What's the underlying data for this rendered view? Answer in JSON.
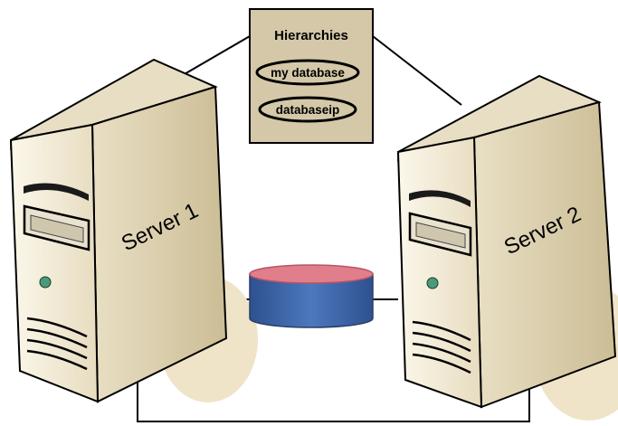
{
  "hierarchies": {
    "title": "Hierarchies",
    "items": [
      "my database",
      "databaseip"
    ]
  },
  "servers": [
    {
      "label": "Server 1"
    },
    {
      "label": "Server 2"
    }
  ],
  "colors": {
    "box_fill": "#d4c8a8",
    "case_front": "#f2ecd8",
    "case_side": "#d8cba6",
    "case_top": "#e6dcc0",
    "shadow": "#ede2c6",
    "database_body": "#3f68a8",
    "database_top": "#e07e8c",
    "led": "#4a9a7a",
    "line": "#000000"
  }
}
